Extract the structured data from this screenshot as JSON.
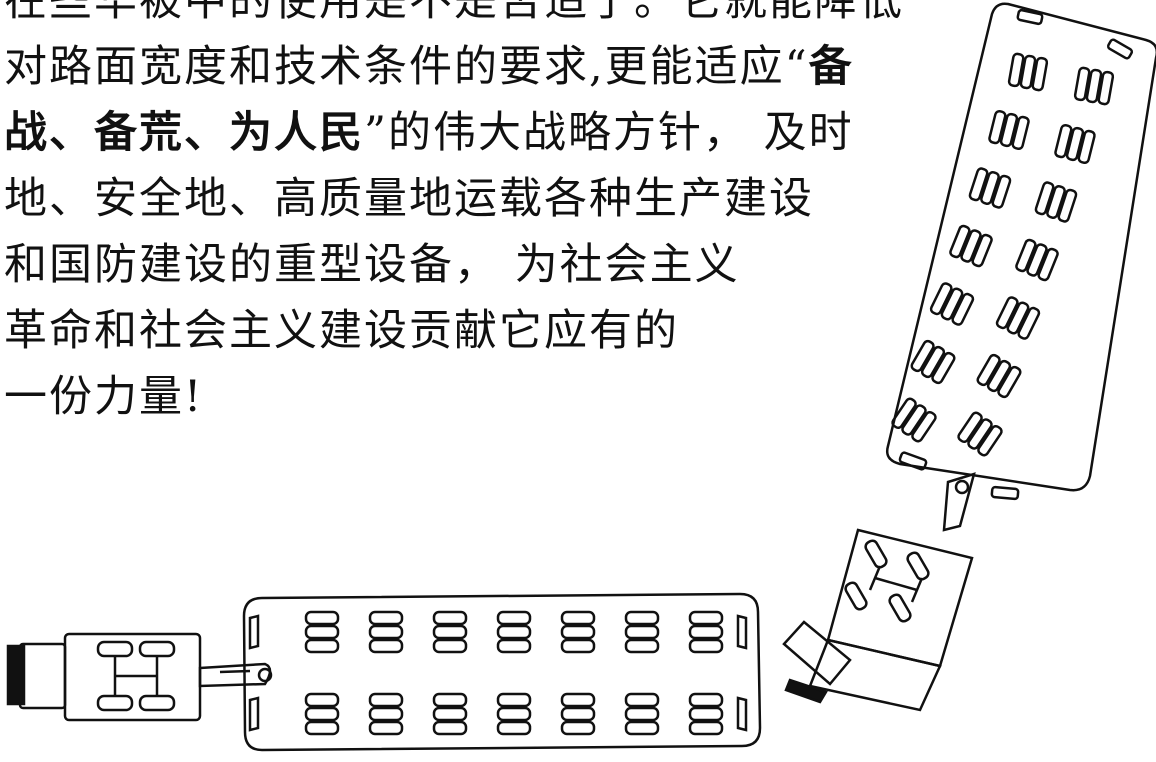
{
  "text": {
    "lines": [
      [
        {
          "t": "在些华被中的使用是不是否造了。它就能降低",
          "b": false
        }
      ],
      [
        {
          "t": "对路面宽度和技术条件的要求,更能适应“",
          "b": false
        },
        {
          "t": "备",
          "b": true
        }
      ],
      [
        {
          "t": "战、备荒、为人民",
          "b": true
        },
        {
          "t": "”的伟大战略方针， 及时",
          "b": false
        }
      ],
      [
        {
          "t": "地、安全地、高质量地运载各种生产建设",
          "b": false
        }
      ],
      [
        {
          "t": "和国防建设的重型设备， 为社会主义",
          "b": false
        }
      ],
      [
        {
          "t": "革命和社会主义建设贡献它应有的",
          "b": false
        }
      ],
      [
        {
          "t": "一份力量!",
          "b": false
        }
      ]
    ]
  },
  "illustrations": [
    {
      "name": "tractor-with-horizontal-trailer",
      "axle_rows": 2,
      "axles_per_row": 7
    },
    {
      "name": "tractor-with-diagonal-trailer",
      "axle_rows": 2,
      "axles_per_row": 7
    }
  ]
}
